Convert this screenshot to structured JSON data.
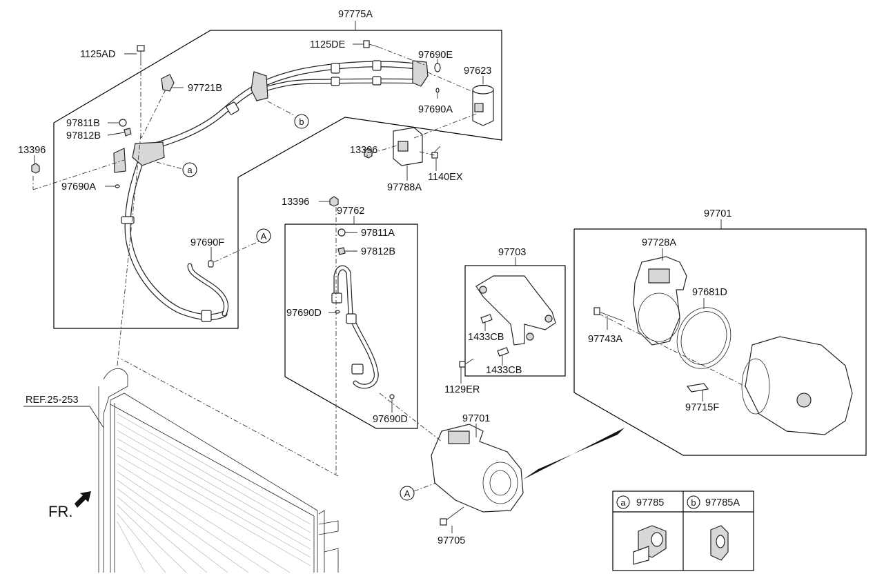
{
  "labels": {
    "assy_97775A": "97775A",
    "p_1125AD": "1125AD",
    "p_1125DE": "1125DE",
    "p_97690E": "97690E",
    "p_97623": "97623",
    "p_97721B": "97721B",
    "p_97690A_top": "97690A",
    "p_97811B": "97811B",
    "p_97812B_left": "97812B",
    "p_13396_left": "13396",
    "p_97690A_left": "97690A",
    "p_13396_mid": "13396",
    "p_1140EX": "1140EX",
    "p_97788A": "97788A",
    "p_97690F": "97690F",
    "p_13396_hose": "13396",
    "assy_97762": "97762",
    "p_97811A": "97811A",
    "p_97812B_hose": "97812B",
    "p_97690D_left": "97690D",
    "p_97690D_bottom": "97690D",
    "assy_97703": "97703",
    "p_1433CB_top": "1433CB",
    "p_1433CB_bottom": "1433CB",
    "p_1129ER": "1129ER",
    "assy_97701_box": "97701",
    "p_97728A": "97728A",
    "p_97681D": "97681D",
    "p_97743A": "97743A",
    "p_97715F": "97715F",
    "p_97701_compressor": "97701",
    "p_97705": "97705",
    "ref": "REF.25-253",
    "fr": "FR."
  },
  "callouts": {
    "a": "a",
    "b": "b",
    "A": "A"
  },
  "legend": {
    "a_letter": "a",
    "a_part": "97785",
    "b_letter": "b",
    "b_part": "97785A"
  }
}
